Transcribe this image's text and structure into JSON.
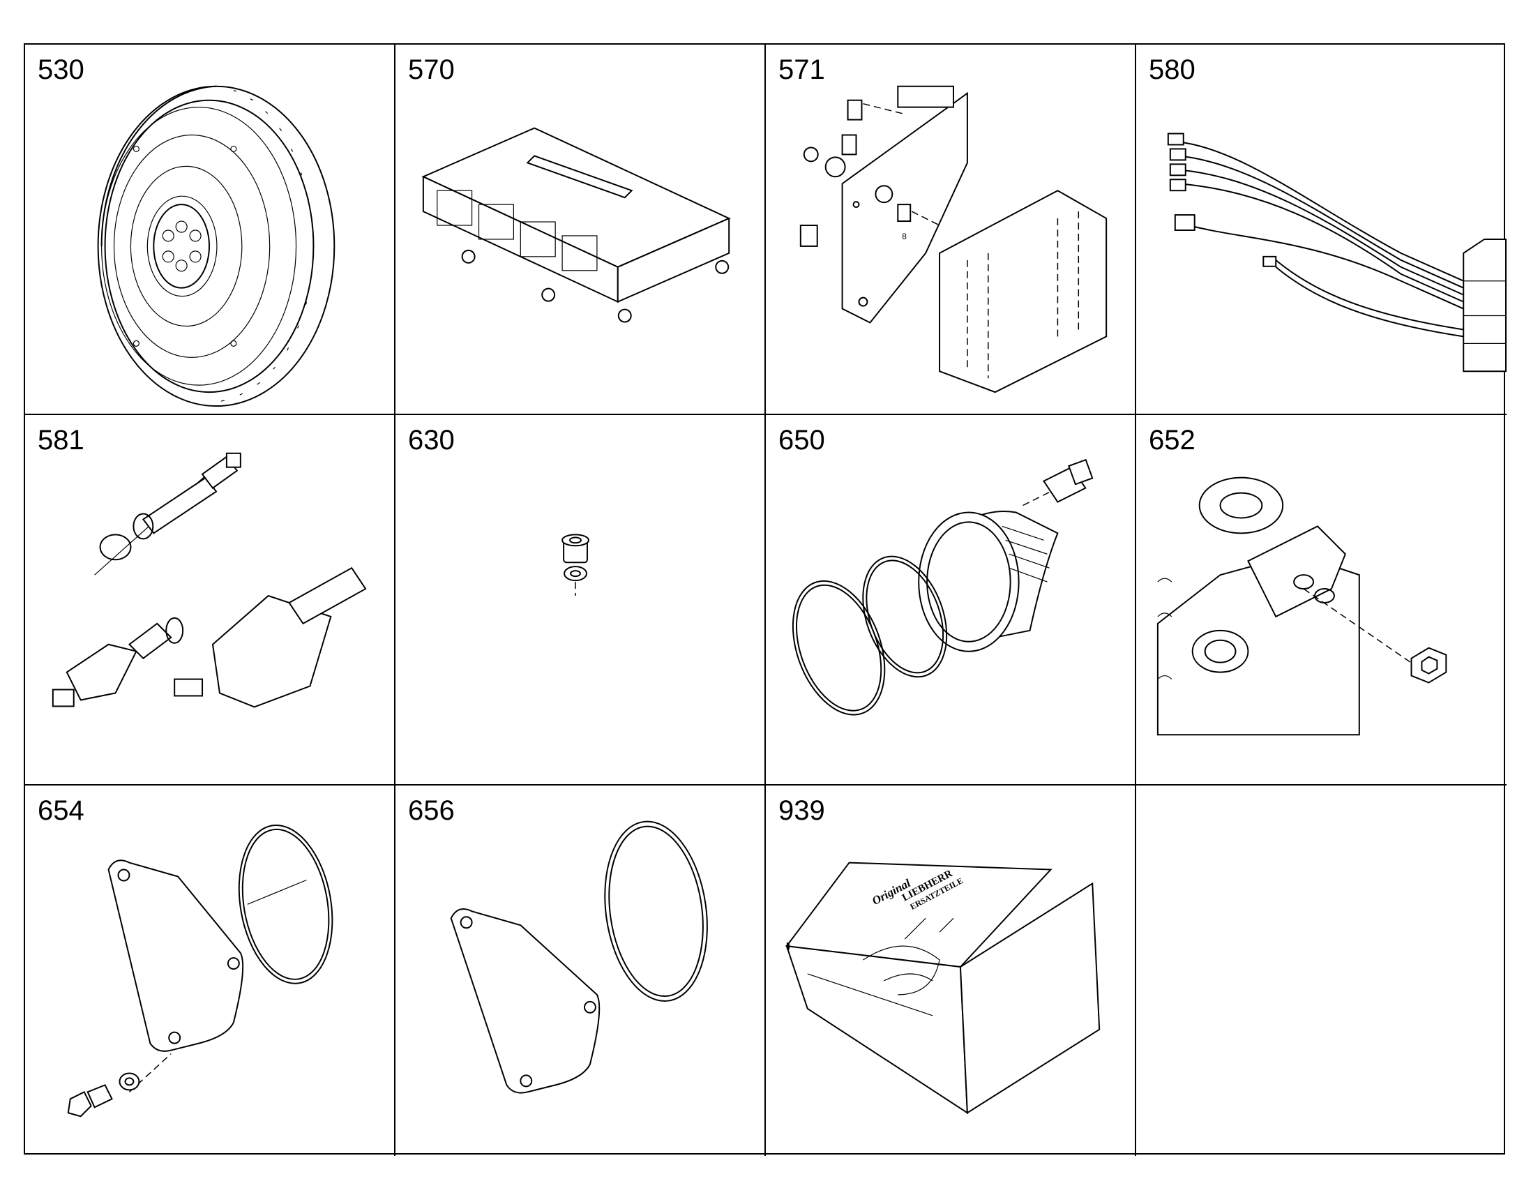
{
  "cells": [
    {
      "number": "530",
      "icon": "flywheel-icon"
    },
    {
      "number": "570",
      "icon": "control-unit-icon"
    },
    {
      "number": "571",
      "icon": "mounting-bracket-icon"
    },
    {
      "number": "580",
      "icon": "wiring-harness-icon"
    },
    {
      "number": "581",
      "icon": "sensor-icon"
    },
    {
      "number": "630",
      "icon": "screw-plug-icon"
    },
    {
      "number": "650",
      "icon": "flange-seal-icon"
    },
    {
      "number": "652",
      "icon": "housing-plug-icon"
    },
    {
      "number": "654",
      "icon": "cover-gasket-icon"
    },
    {
      "number": "656",
      "icon": "cover-o-ring-icon"
    },
    {
      "number": "939",
      "icon": "parts-box-icon"
    },
    {
      "number": "",
      "icon": ""
    }
  ],
  "box_label": {
    "line1": "Original",
    "line2": "LIEBHERR",
    "line3": "ERSATZTEILE"
  }
}
